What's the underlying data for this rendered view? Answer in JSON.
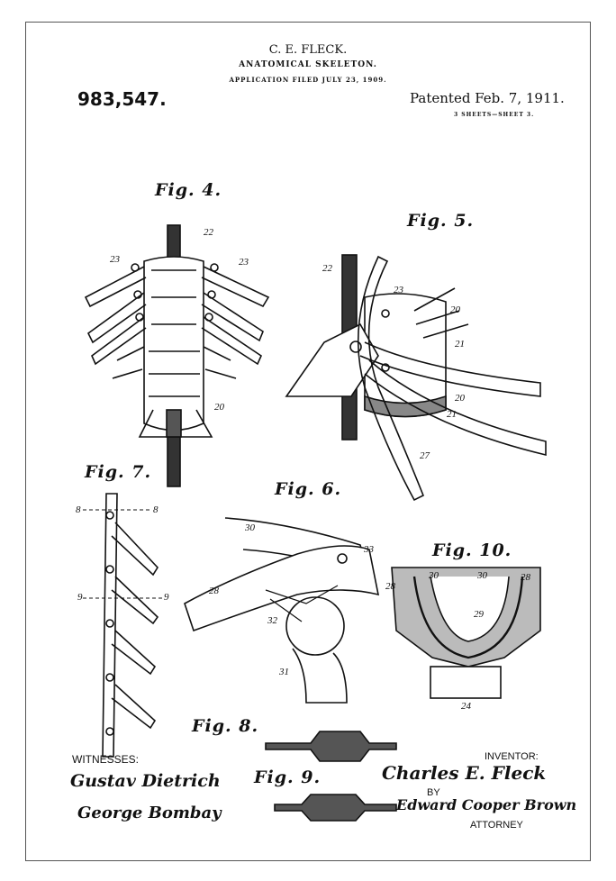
{
  "header": {
    "inventor_name": "C. E. FLECK.",
    "title": "ANATOMICAL SKELETON.",
    "application": "APPLICATION FILED JULY 23, 1909.",
    "patent_number": "983,547.",
    "patented": "Patented Feb. 7, 1911.",
    "sheets": "3 SHEETS—SHEET 3."
  },
  "figures": {
    "fig4": {
      "label": "Fig. 4.",
      "refs": [
        "22",
        "23",
        "23",
        "20"
      ]
    },
    "fig5": {
      "label": "Fig. 5.",
      "refs": [
        "22",
        "23",
        "20",
        "21",
        "20",
        "21",
        "27"
      ]
    },
    "fig6": {
      "label": "Fig. 6.",
      "refs": [
        "30",
        "33",
        "28",
        "32",
        "31"
      ]
    },
    "fig7": {
      "label": "Fig. 7.",
      "refs": [
        "8",
        "8",
        "9",
        "9"
      ]
    },
    "fig8": {
      "label": "Fig. 8."
    },
    "fig9": {
      "label": "Fig. 9."
    },
    "fig10": {
      "label": "Fig. 10.",
      "refs": [
        "30",
        "30",
        "28",
        "28",
        "29",
        "24"
      ]
    }
  },
  "footer": {
    "witnesses_label": "WITNESSES:",
    "witness1": "Gustav Dietrich",
    "witness2": "George Bombay",
    "inventor_label": "INVENTOR:",
    "inventor_signature": "Charles E. Fleck",
    "by_label": "BY",
    "attorney_signature": "Edward Cooper Brown",
    "attorney_label": "ATTORNEY"
  }
}
